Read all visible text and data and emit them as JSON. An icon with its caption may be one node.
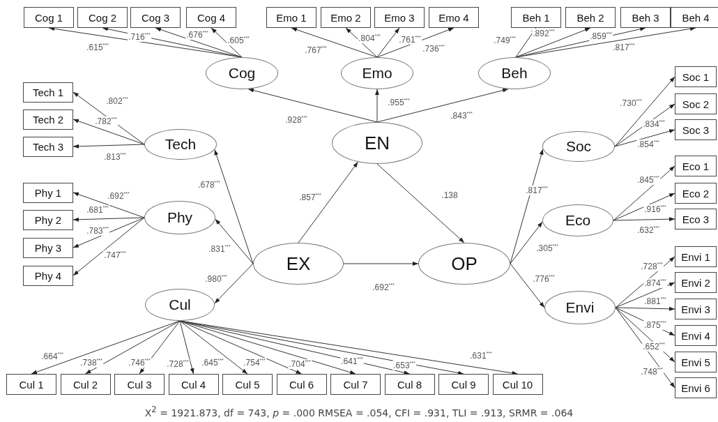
{
  "diagram": {
    "caption": "X$^{2}$ = 1921.873, df = 743, *p* = .000 RMSEA = .054, CFI = .931, TLI = .913, SRMR = .064",
    "nodes": [
      {
        "text": [
          "Cog 1"
        ]
      },
      {
        "text": [
          "Cog 2"
        ]
      },
      {
        "text": [
          "Cog 3"
        ]
      },
      {
        "text": [
          "Cog 4"
        ]
      },
      {
        "text": [
          "Emo 1"
        ]
      },
      {
        "text": [
          "Emo 2"
        ]
      },
      {
        "text": [
          "Emo 3"
        ]
      },
      {
        "text": [
          "Emo 4"
        ]
      },
      {
        "text": [
          "Beh 1"
        ]
      },
      {
        "text": [
          "Beh 2"
        ]
      },
      {
        "text": [
          "Beh 3"
        ]
      },
      {
        "text": [
          "Beh 4"
        ]
      },
      {
        "text": [
          "Cog"
        ]
      },
      {
        "text": [
          "Emo"
        ]
      },
      {
        "text": [
          "Beh"
        ]
      },
      {
        "text": [
          "Tech 1"
        ]
      },
      {
        "text": [
          "Tech 2"
        ]
      },
      {
        "text": [
          "Tech 3"
        ]
      },
      {
        "text": [
          "Soc 1"
        ]
      },
      {
        "text": [
          "Soc 2"
        ]
      },
      {
        "text": [
          "Soc 3"
        ]
      },
      {
        "text": [
          "Tech"
        ]
      },
      {
        "text": [
          "EN"
        ]
      },
      {
        "text": [
          "Soc"
        ]
      },
      {
        "text": [
          "Phy 1"
        ]
      },
      {
        "text": [
          "Phy 2"
        ]
      },
      {
        "text": [
          "Phy 3"
        ]
      },
      {
        "text": [
          "Phy 4"
        ]
      },
      {
        "text": [
          "Phy"
        ]
      },
      {
        "text": [
          "Eco 1"
        ]
      },
      {
        "text": [
          "Eco 2"
        ]
      },
      {
        "text": [
          "Eco 3"
        ]
      },
      {
        "text": [
          "Eco"
        ]
      },
      {
        "text": [
          "EX"
        ]
      },
      {
        "text": [
          "OP"
        ]
      },
      {
        "text": [
          "Envi 1"
        ]
      },
      {
        "text": [
          "Envi 2"
        ]
      },
      {
        "text": [
          "Envi 3"
        ]
      },
      {
        "text": [
          "Envi 4"
        ]
      },
      {
        "text": [
          "Envi 5"
        ]
      },
      {
        "text": [
          "Envi 6"
        ]
      },
      {
        "text": [
          "Envi"
        ]
      },
      {
        "text": [
          "Cul"
        ]
      },
      {
        "text": [
          "Cul 1"
        ]
      },
      {
        "text": [
          "Cul 2"
        ]
      },
      {
        "text": [
          "Cul 3"
        ]
      },
      {
        "text": [
          "Cul 4"
        ]
      },
      {
        "text": [
          "Cul 5"
        ]
      },
      {
        "text": [
          "Cul 6"
        ]
      },
      {
        "text": [
          "Cul 7"
        ]
      },
      {
        "text": [
          "Cul 8"
        ]
      },
      {
        "text": [
          "Cul 9"
        ]
      },
      {
        "text": [
          "Cul 10"
        ]
      }
    ],
    "edges": [
      {
        "from": 12,
        "to": 0,
        "arrow": "to",
        "label": ".615$^{***}$"
      },
      {
        "from": 12,
        "to": 1,
        "arrow": "to",
        "label": ".716$^{***}$"
      },
      {
        "from": 12,
        "to": 2,
        "arrow": "to",
        "label": ".676$^{***}$"
      },
      {
        "from": 12,
        "to": 3,
        "arrow": "to",
        "label": ".605$^{***}$"
      },
      {
        "from": 13,
        "to": 4,
        "arrow": "to",
        "label": ".767$^{***}$"
      },
      {
        "from": 13,
        "to": 5,
        "arrow": "to",
        "label": ".804$^{***}$"
      },
      {
        "from": 13,
        "to": 6,
        "arrow": "to",
        "label": ".761$^{***}$"
      },
      {
        "from": 13,
        "to": 7,
        "arrow": "to",
        "label": ".736$^{***}$"
      },
      {
        "from": 14,
        "to": 8,
        "arrow": "to",
        "label": ".749$^{***}$"
      },
      {
        "from": 14,
        "to": 9,
        "arrow": "to",
        "label": ".892$^{***}$"
      },
      {
        "from": 14,
        "to": 10,
        "arrow": "to",
        "label": ".859$^{***}$"
      },
      {
        "from": 14,
        "to": 11,
        "arrow": "to",
        "label": ".817$^{***}$"
      },
      {
        "from": 21,
        "to": 15,
        "arrow": "to",
        "label": ".802$^{***}$"
      },
      {
        "from": 21,
        "to": 16,
        "arrow": "to",
        "label": ".782$^{***}$"
      },
      {
        "from": 21,
        "to": 17,
        "arrow": "to",
        "label": ".813$^{***}$"
      },
      {
        "from": 28,
        "to": 24,
        "arrow": "to",
        "label": ".692$^{***}$"
      },
      {
        "from": 28,
        "to": 25,
        "arrow": "to",
        "label": ".681$^{***}$"
      },
      {
        "from": 28,
        "to": 26,
        "arrow": "to",
        "label": ".783$^{***}$"
      },
      {
        "from": 28,
        "to": 27,
        "arrow": "to",
        "label": ".747$^{***}$"
      },
      {
        "from": 42,
        "to": 43,
        "arrow": "to",
        "label": ".664$^{***}$"
      },
      {
        "from": 42,
        "to": 44,
        "arrow": "to",
        "label": ".738$^{***}$"
      },
      {
        "from": 42,
        "to": 45,
        "arrow": "to",
        "label": ".746$^{***}$"
      },
      {
        "from": 42,
        "to": 46,
        "arrow": "to",
        "label": ".728$^{***}$"
      },
      {
        "from": 42,
        "to": 47,
        "arrow": "to",
        "label": ".645$^{***}$"
      },
      {
        "from": 42,
        "to": 48,
        "arrow": "to",
        "label": ".754$^{***}$"
      },
      {
        "from": 42,
        "to": 49,
        "arrow": "to",
        "label": ".704$^{***}$"
      },
      {
        "from": 42,
        "to": 50,
        "arrow": "to",
        "label": ".641$^{***}$"
      },
      {
        "from": 42,
        "to": 51,
        "arrow": "to",
        "label": ".653$^{***}$"
      },
      {
        "from": 42,
        "to": 52,
        "arrow": "to",
        "label": ".631$^{***}$"
      },
      {
        "from": 23,
        "to": 18,
        "arrow": "to",
        "label": ".730$^{***}$"
      },
      {
        "from": 23,
        "to": 19,
        "arrow": "to",
        "label": ".834$^{***}$"
      },
      {
        "from": 23,
        "to": 20,
        "arrow": "to",
        "label": ".854$^{***}$"
      },
      {
        "from": 32,
        "to": 29,
        "arrow": "to",
        "label": ".845$^{***}$"
      },
      {
        "from": 32,
        "to": 30,
        "arrow": "to",
        "label": ".916$^{***}$"
      },
      {
        "from": 32,
        "to": 31,
        "arrow": "to",
        "label": ".632$^{***}$"
      },
      {
        "from": 41,
        "to": 35,
        "arrow": "to",
        "label": ".728$^{***}$"
      },
      {
        "from": 41,
        "to": 36,
        "arrow": "to",
        "label": ".874$^{***}$"
      },
      {
        "from": 41,
        "to": 37,
        "arrow": "to",
        "label": ".881$^{***}$"
      },
      {
        "from": 41,
        "to": 38,
        "arrow": "to",
        "label": ".875$^{***}$"
      },
      {
        "from": 41,
        "to": 39,
        "arrow": "to",
        "label": ".652$^{***}$"
      },
      {
        "from": 41,
        "to": 40,
        "arrow": "to",
        "label": ".748$^{***}$"
      },
      {
        "from": 22,
        "to": 12,
        "arrow": "to",
        "label": ".928$^{***}$"
      },
      {
        "from": 22,
        "to": 13,
        "arrow": "to",
        "label": ".955$^{***}$"
      },
      {
        "from": 22,
        "to": 14,
        "arrow": "to",
        "label": ".843$^{***}$"
      },
      {
        "from": 33,
        "to": 22,
        "arrow": "to",
        "label": ".857$^{***}$"
      },
      {
        "from": 22,
        "to": 34,
        "arrow": "to",
        "label": ".138"
      },
      {
        "from": 33,
        "to": 34,
        "arrow": "to",
        "label": ".692$^{***}$"
      },
      {
        "from": 33,
        "to": 21,
        "arrow": "to",
        "label": ".678$^{***}$"
      },
      {
        "from": 33,
        "to": 28,
        "arrow": "to",
        "label": ".831$^{***}$"
      },
      {
        "from": 33,
        "to": 42,
        "arrow": "to",
        "label": ".980$^{***}$"
      },
      {
        "from": 34,
        "to": 23,
        "arrow": "to",
        "label": ".817$^{***}$"
      },
      {
        "from": 34,
        "to": 32,
        "arrow": "to",
        "label": ".305$^{***}$"
      },
      {
        "from": 34,
        "to": 41,
        "arrow": "to",
        "label": ".776$^{***}$"
      }
    ]
  }
}
